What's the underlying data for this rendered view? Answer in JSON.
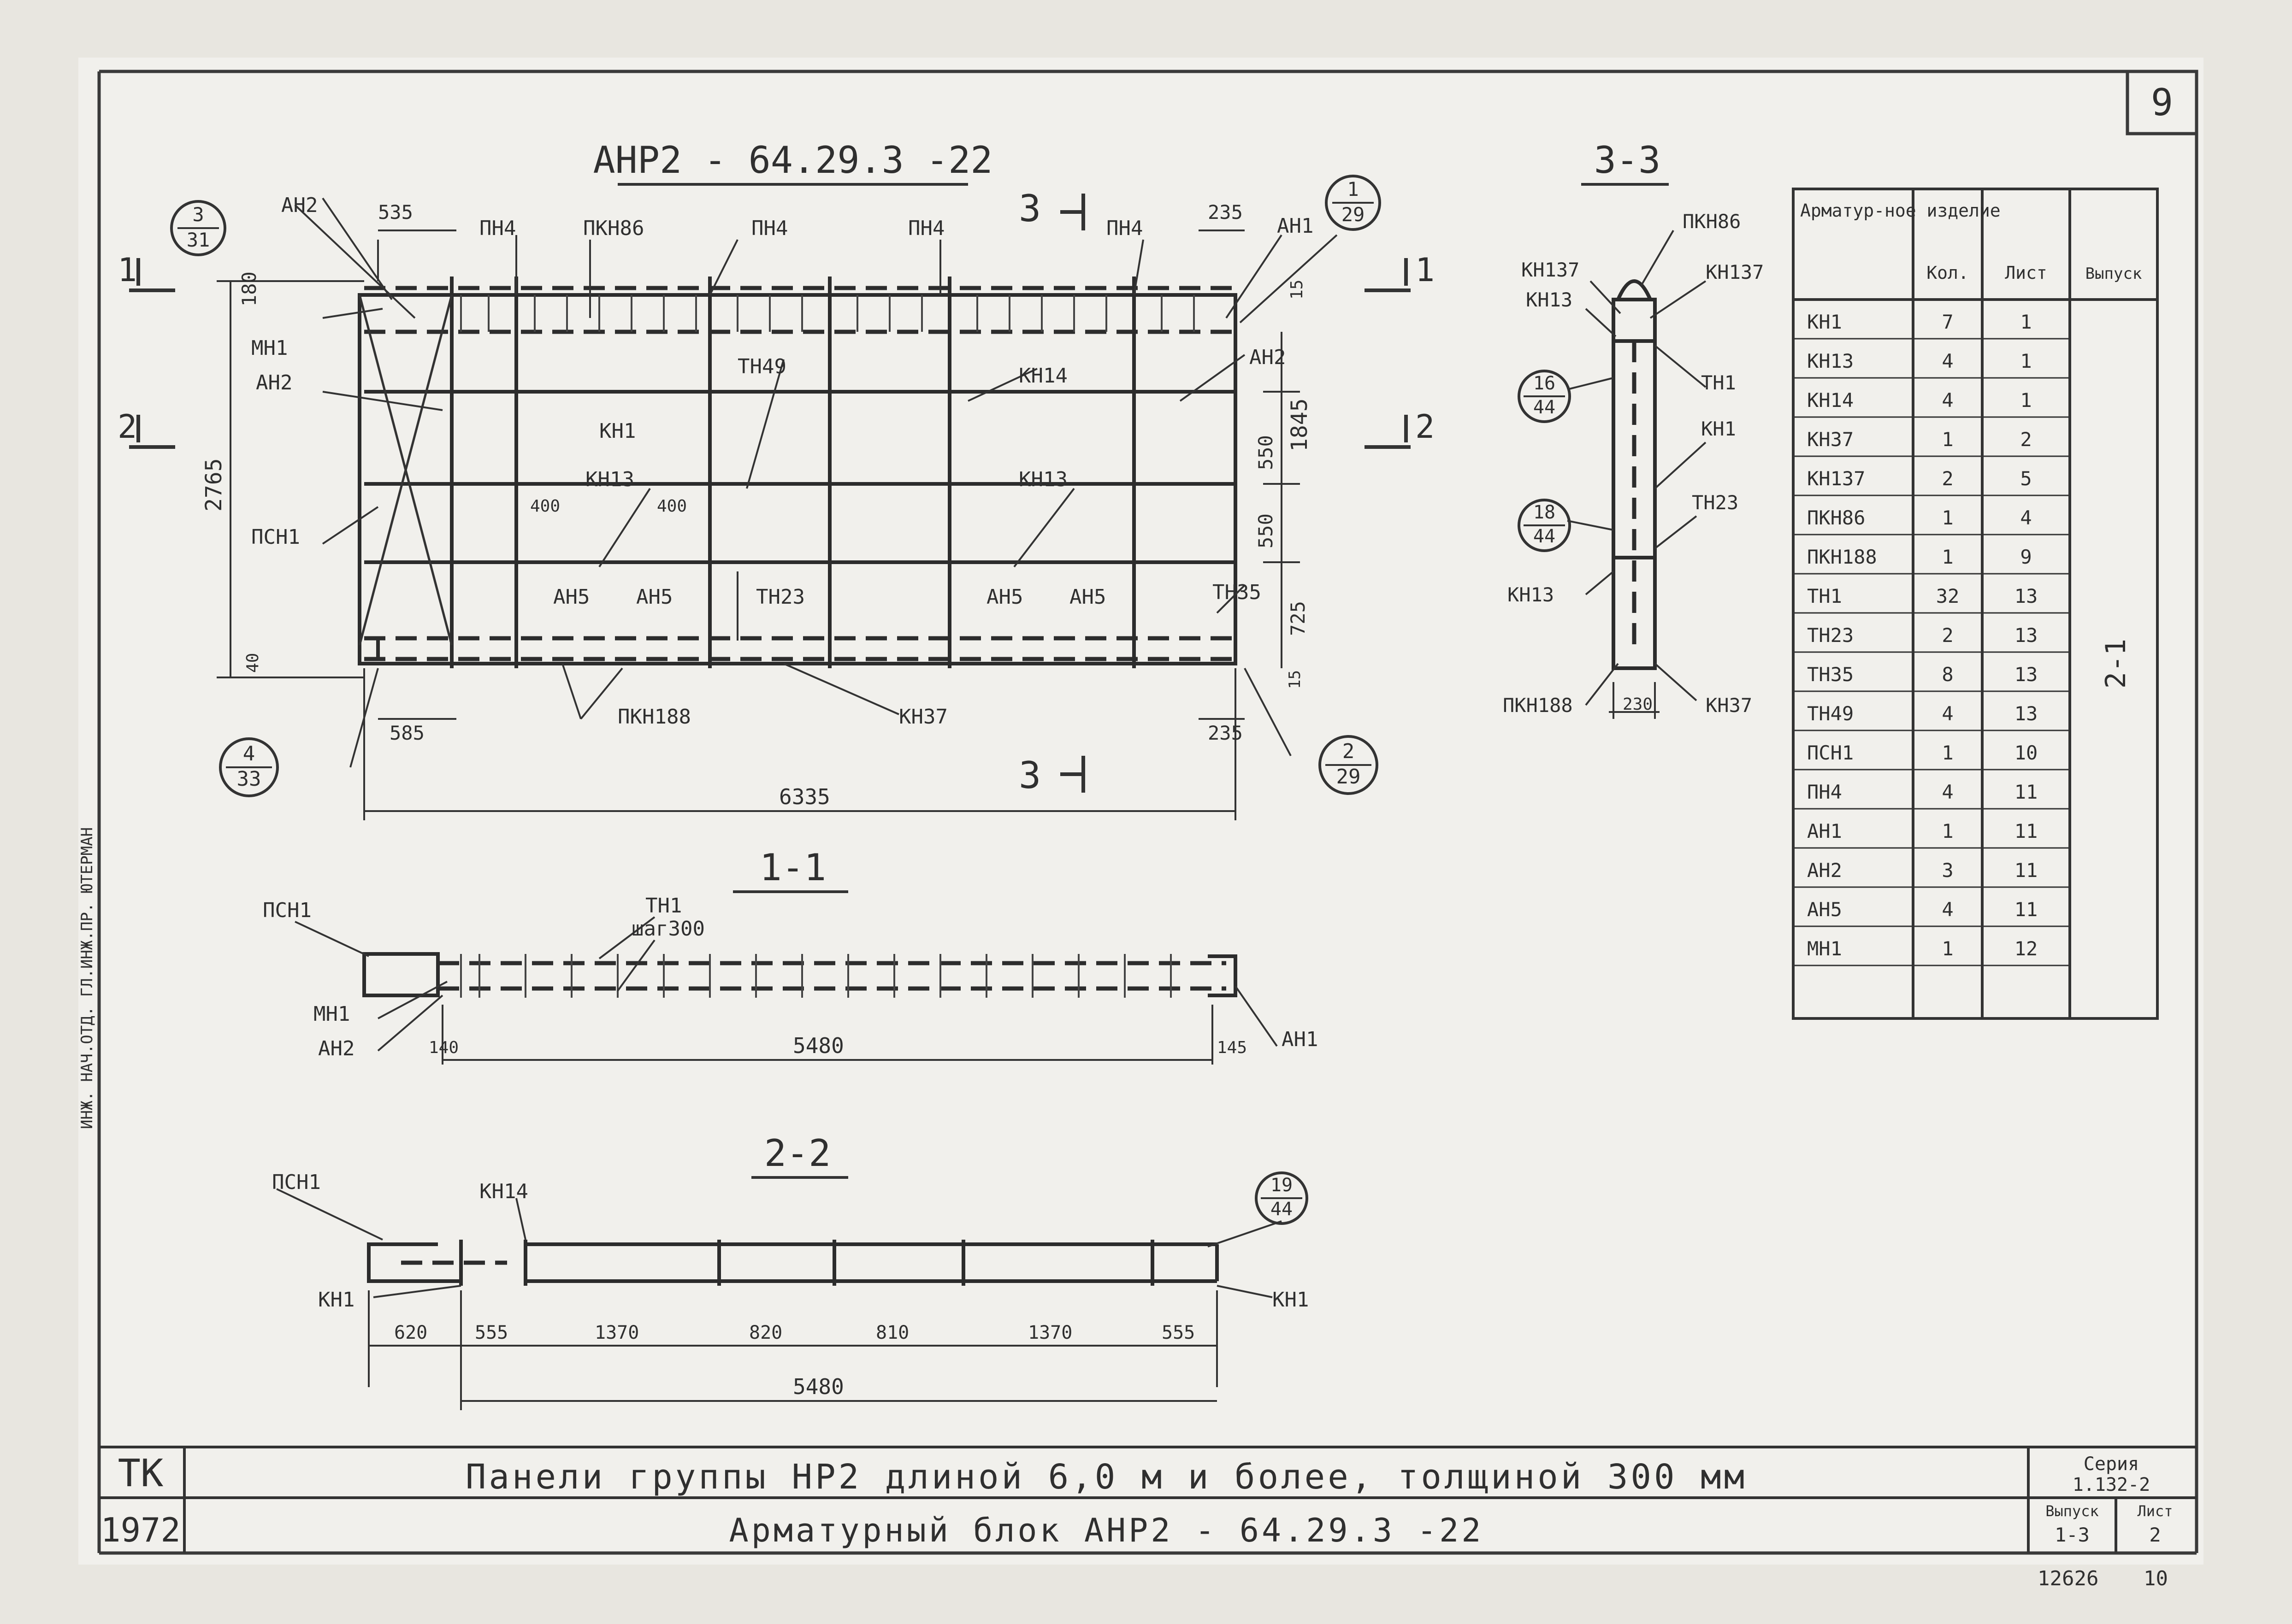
{
  "sheet_number": "9",
  "main_view": {
    "title": "АНР2 - 64.29.3 -22",
    "labels": {
      "an2_top": "АН2",
      "pn4_a": "ПН4",
      "pkn86": "ПКН86",
      "pn4_b": "ПН4",
      "pn4_c": "ПН4",
      "pn4_d": "ПН4",
      "an1": "АН1",
      "mn1": "МН1",
      "an2_left": "АН2",
      "tn49": "ТН49",
      "kn14": "КН14",
      "an2_right": "АН2",
      "kn1": "КН1",
      "kn13_a": "КН13",
      "kn13_b": "КН13",
      "psn1": "ПСН1",
      "an5_a": "АН5",
      "an5_b": "АН5",
      "tn23": "ТН23",
      "an5_c": "АН5",
      "an5_d": "АН5",
      "tn35": "ТН35",
      "pkn188": "ПКН188",
      "kn37": "КН37"
    },
    "dims": {
      "d535": "535",
      "d235_top": "235",
      "d180": "180",
      "d15_top": "15",
      "d2765": "2765",
      "d1845": "1845",
      "d550_a": "550",
      "d550_b": "550",
      "d725": "725",
      "d400_a": "400",
      "d400_b": "400",
      "d40": "40",
      "d15_bot": "15",
      "d585": "585",
      "d235_bot": "235",
      "d6335": "6335"
    },
    "callouts": [
      {
        "top": "3",
        "bottom": "31"
      },
      {
        "top": "1",
        "bottom": "29"
      },
      {
        "top": "4",
        "bottom": "33"
      },
      {
        "top": "2",
        "bottom": "29"
      }
    ],
    "section_marks": {
      "s1": "1",
      "s2": "2",
      "s3": "3"
    }
  },
  "section_33": {
    "title": "3-3",
    "labels": {
      "pkn86": "ПКН86",
      "kn137_l": "КН137",
      "kn137_r": "КН137",
      "kn13": "КН13",
      "tn1": "ТН1",
      "kn1": "КН1",
      "tn23": "ТН23",
      "kn13_b": "КН13",
      "pkn188": "ПКН188",
      "kn37": "КН37",
      "d230": "230"
    },
    "callouts": [
      {
        "top": "16",
        "bottom": "44"
      },
      {
        "top": "18",
        "bottom": "44"
      }
    ]
  },
  "section_11": {
    "title": "1-1",
    "labels": {
      "psn1": "ПСН1",
      "tn1": "ТН1",
      "step": "шаг300",
      "mn1": "МН1",
      "an2": "АН2",
      "an1": "АН1"
    },
    "dims": {
      "d140": "140",
      "d5480": "5480",
      "d145": "145"
    }
  },
  "section_22": {
    "title": "2-2",
    "labels": {
      "psn1": "ПСН1",
      "kn14": "КН14",
      "kn1_l": "КН1",
      "kn1_r": "КН1"
    },
    "callout": {
      "top": "19",
      "bottom": "44"
    },
    "dims": {
      "d620": "620",
      "d555_a": "555",
      "d1370_a": "1370",
      "d820": "820",
      "d810": "810",
      "d1370_b": "1370",
      "d555_b": "555",
      "d5480": "5480"
    }
  },
  "spec_table": {
    "headers": [
      "Арматур-ное изделие",
      "Кол.",
      "Лист",
      "Выпуск"
    ],
    "rows": [
      [
        "КН1",
        "7",
        "1"
      ],
      [
        "КН13",
        "4",
        "1"
      ],
      [
        "КН14",
        "4",
        "1"
      ],
      [
        "КН37",
        "1",
        "2"
      ],
      [
        "КН137",
        "2",
        "5"
      ],
      [
        "ПКН86",
        "1",
        "4"
      ],
      [
        "ПКН188",
        "1",
        "9"
      ],
      [
        "ТН1",
        "32",
        "13"
      ],
      [
        "ТН23",
        "2",
        "13"
      ],
      [
        "ТН35",
        "8",
        "13"
      ],
      [
        "ТН49",
        "4",
        "13"
      ],
      [
        "ПСН1",
        "1",
        "10"
      ],
      [
        "ПН4",
        "4",
        "11"
      ],
      [
        "АН1",
        "1",
        "11"
      ],
      [
        "АН2",
        "3",
        "11"
      ],
      [
        "АН5",
        "4",
        "11"
      ],
      [
        "МН1",
        "1",
        "12"
      ]
    ],
    "issue": "2-1"
  },
  "title_block": {
    "org": "ТК",
    "year": "1972",
    "line1": "Панели группы НР2 длиной 6,0 м и более, толщиной 300 мм",
    "line2": "Арматурный блок АНР2 - 64.29.3 -22",
    "series_label": "Серия",
    "series_value": "1.132-2",
    "issue_label": "Выпуск",
    "issue_value": "1-3",
    "sheet_label": "Лист",
    "sheet_value": "2"
  },
  "side_stamp": "ИНЖ.   НАЧ.ОТД.   ГЛ.ИНЖ.ПР.   ЮТЕРМАН",
  "archive_number": "12626",
  "archive_suffix": "10"
}
